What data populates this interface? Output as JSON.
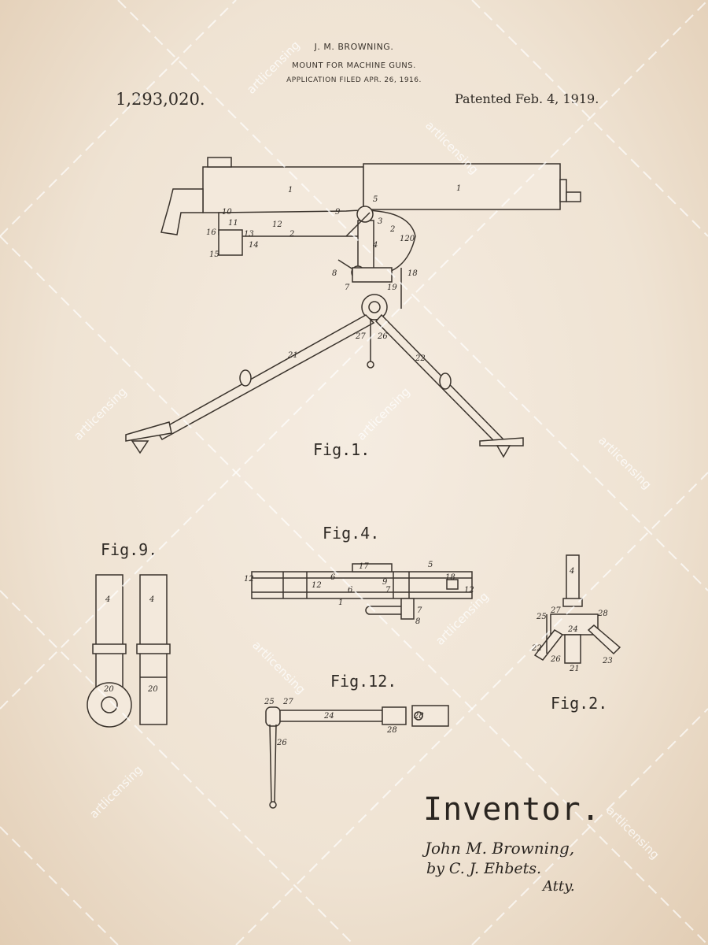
{
  "header": {
    "inventor_name": "J. M. BROWNING.",
    "title": "MOUNT FOR MACHINE GUNS.",
    "filed": "APPLICATION FILED APR. 26, 1916.",
    "patent_number": "1,293,020.",
    "patent_date": "Patented Feb. 4, 1919."
  },
  "figures": {
    "fig1": "Fig.1.",
    "fig4": "Fig.4.",
    "fig9": "Fig.9.",
    "fig12": "Fig.12.",
    "fig2": "Fig.2."
  },
  "part_numbers": {
    "fig1": [
      "1",
      "1",
      "5",
      "9",
      "3",
      "10",
      "11",
      "12",
      "2",
      "2",
      "16",
      "13",
      "14",
      "15",
      "4",
      "120",
      "8",
      "7",
      "18",
      "19",
      "21",
      "27",
      "26",
      "22"
    ],
    "fig4": [
      "17",
      "12",
      "6",
      "12",
      "6",
      "9",
      "7",
      "1",
      "5",
      "18",
      "12",
      "8",
      "7"
    ],
    "fig9": [
      "4",
      "4",
      "20",
      "20"
    ],
    "fig12": [
      "25",
      "27",
      "24",
      "28",
      "28",
      "26"
    ],
    "fig2": [
      "4",
      "25",
      "27",
      "28",
      "24",
      "22",
      "26",
      "21",
      "23"
    ]
  },
  "signature": {
    "label": "Inventor.",
    "line1": "John M. Browning,",
    "line2": "by C. J. Ehbets.",
    "line3": "Atty."
  },
  "watermark": "artlicensing",
  "colors": {
    "paper": "#efe3d3",
    "ink": "#3a332c"
  }
}
